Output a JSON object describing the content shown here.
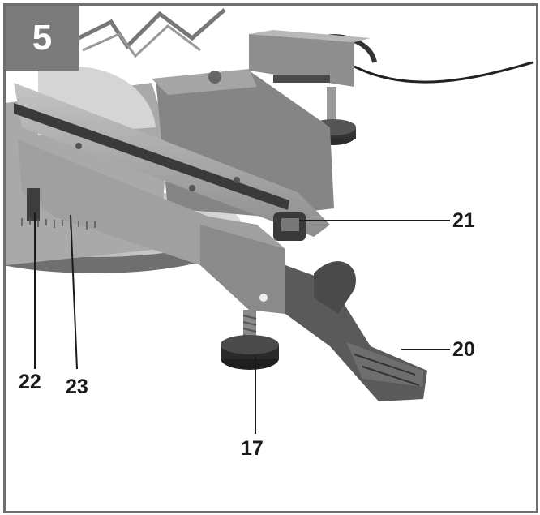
{
  "figure": {
    "number": "5"
  },
  "callouts": [
    {
      "id": "17",
      "label": "17"
    },
    {
      "id": "20",
      "label": "20"
    },
    {
      "id": "21",
      "label": "21"
    },
    {
      "id": "22",
      "label": "22"
    },
    {
      "id": "23",
      "label": "23"
    }
  ],
  "colors": {
    "frame": "#6f6f6f",
    "badge": "#7a7a7a",
    "metal": "#b5b5b5",
    "dark": "#2a2a2a"
  }
}
